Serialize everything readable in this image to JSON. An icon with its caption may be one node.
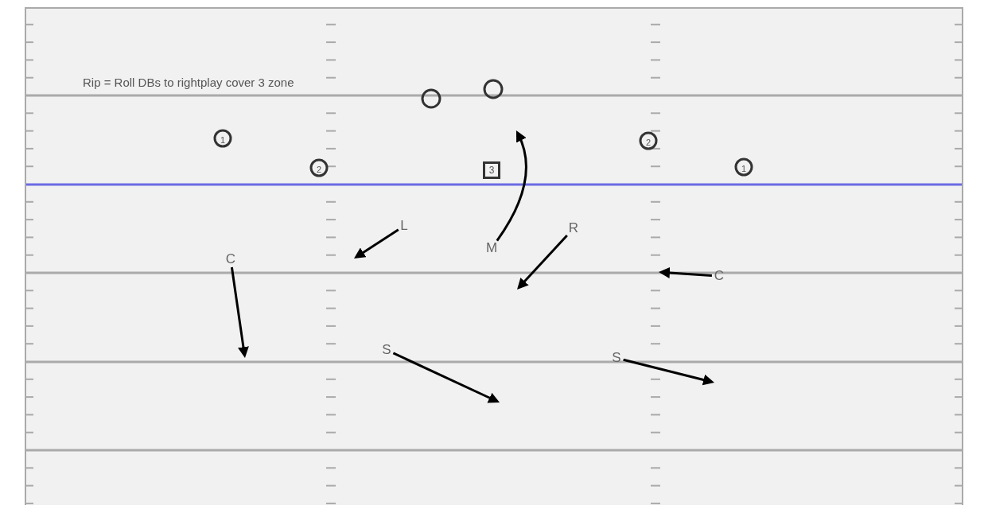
{
  "diagram": {
    "nodes": [
      {
        "text": [],
        "shape": "circle"
      },
      {
        "text": [],
        "shape": "circle"
      },
      {
        "text": [
          "1"
        ]
      },
      {
        "text": [
          "2"
        ]
      },
      {
        "text": [
          "3"
        ]
      },
      {
        "text": [
          "2"
        ]
      },
      {
        "text": [
          "1"
        ]
      },
      {
        "text": [
          "L"
        ]
      },
      {
        "text": [
          "M"
        ]
      },
      {
        "text": [
          "R"
        ]
      },
      {
        "text": [
          "C"
        ]
      },
      {
        "text": [
          "C"
        ]
      },
      {
        "text": [
          "S"
        ]
      },
      {
        "text": [
          "S"
        ]
      }
    ],
    "edges": [
      {
        "from": 7,
        "to": null,
        "arrow": "to"
      },
      {
        "from": 8,
        "to": null,
        "arrow": "to"
      },
      {
        "from": 9,
        "to": null,
        "arrow": "to"
      },
      {
        "from": 10,
        "to": null,
        "arrow": "to"
      },
      {
        "from": 11,
        "to": null,
        "arrow": "to"
      },
      {
        "from": 12,
        "to": null,
        "arrow": "to"
      },
      {
        "from": 13,
        "to": null,
        "arrow": "to"
      }
    ],
    "labels": [
      "Rip = Roll DBs to rightplay cover 3 zone"
    ]
  }
}
